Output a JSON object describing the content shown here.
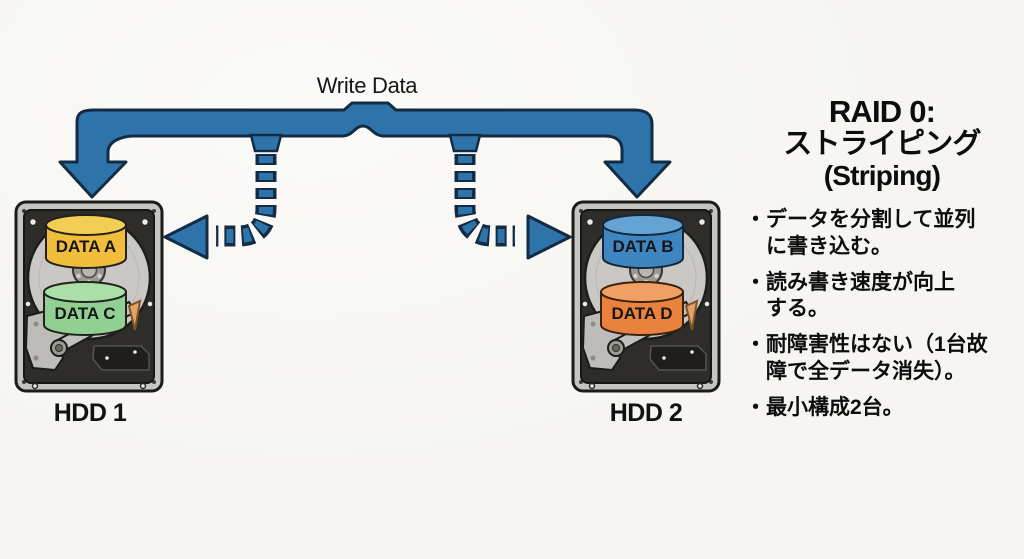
{
  "colors": {
    "background": "#f6f5f1",
    "arrow_fill": "#2e74ab",
    "arrow_outline": "#132c44",
    "text": "#161616"
  },
  "write_data_label": "Write Data",
  "hdd1": {
    "label": "HDD 1",
    "top_platter": {
      "label": "DATA A",
      "face_color": "#f0be3b",
      "top_color": "#f4cd55"
    },
    "bottom_platter": {
      "label": "DATA C",
      "face_color": "#90d092",
      "top_color": "#abdfa8"
    }
  },
  "hdd2": {
    "label": "HDD 2",
    "top_platter": {
      "label": "DATA B",
      "face_color": "#3e86c2",
      "top_color": "#64a3d3"
    },
    "bottom_platter": {
      "label": "DATA D",
      "face_color": "#e8823d",
      "top_color": "#f0a062"
    }
  },
  "panel": {
    "title_line1": "RAID 0:",
    "title_line2": "ストライピング",
    "title_line3": "(Striping)",
    "bullets": [
      "・データを分割して並列\nに書き込む。",
      "・読み書き速度が向上\nする。",
      "・耐障害性はない（1台故\n障で全データ消失）。",
      "・最小構成2台。"
    ]
  }
}
